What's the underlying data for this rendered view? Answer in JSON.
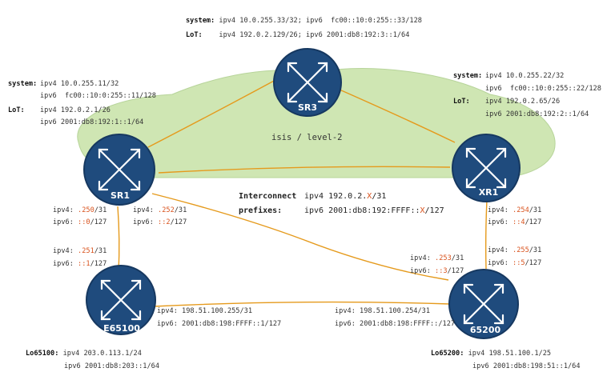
{
  "colors": {
    "area_fill": "#cfe6b3",
    "area_stroke": "#b7d49a",
    "link": "#e59a1c",
    "router_fill": "#1f4b7d",
    "router_stroke": "#163860",
    "accent": "#d9531e"
  },
  "area_label": "isis / level-2",
  "interconnect": {
    "title1": "Interconnect",
    "title2": "prefixes:",
    "v4_pre": "ipv4 192.0.2.",
    "v4_var": "X",
    "v4_suf": "/31",
    "v6_pre": "ipv6 2001:db8:192:FFFF::",
    "v6_var": "X",
    "v6_suf": "/127"
  },
  "routers": {
    "sr1": {
      "name": "SR1"
    },
    "sr3": {
      "name": "SR3"
    },
    "xr1": {
      "name": "XR1"
    },
    "e65100": {
      "name": "E65100"
    },
    "r65200": {
      "name": "65200"
    }
  },
  "sr3_info": {
    "system": "system:",
    "system_text": "ipv4 10.0.255.33/32; ipv6  fc00::10:0:255::33/128",
    "lo": "LoT:",
    "lo_text": "ipv4 192.0.2.129/26; ipv6 2001:db8:192:3::1/64"
  },
  "sr1_info": {
    "system": "system:",
    "sys_v4": "ipv4 10.0.255.11/32",
    "sys_v6": "ipv6  fc00::10:0:255::11/128",
    "lo": "LoT:",
    "lo_v4": "ipv4 192.0.2.1/26",
    "lo_v6": "ipv6 2001:db8:192:1::1/64"
  },
  "xr1_info": {
    "system": "system:",
    "sys_v4": "ipv4 10.0.255.22/32",
    "sys_v6": "ipv6  fc00::10:0:255::22/128",
    "lo": "LoT:",
    "lo_v4": "ipv4 192.0.2.65/26",
    "lo_v6": "ipv6 2001:db8:192:2::1/64"
  },
  "links": {
    "sr1_e_top": {
      "v4p": "ipv4: ",
      "v4": ".250",
      "v4s": "/31",
      "v6p": "ipv6: ",
      "v6": "::0",
      "v6s": "/127"
    },
    "sr1_r": {
      "v4p": "ipv4: ",
      "v4": ".252",
      "v4s": "/31",
      "v6p": "ipv6: ",
      "v6": "::2",
      "v6s": "/127"
    },
    "e_top": {
      "v4p": "ipv4: ",
      "v4": ".251",
      "v4s": "/31",
      "v6p": "ipv6: ",
      "v6": "::1",
      "v6s": "/127"
    },
    "xr1_bot": {
      "v4p": "ipv4: ",
      "v4": ".254",
      "v4s": "/31",
      "v6p": "ipv6: ",
      "v6": "::4",
      "v6s": "/127"
    },
    "r65200_top": {
      "v4p": "ipv4: ",
      "v4": ".255",
      "v4s": "/31",
      "v6p": "ipv6: ",
      "v6": "::5",
      "v6s": "/127"
    },
    "r65200_left": {
      "v4p": "ipv4: ",
      "v4": ".253",
      "v4s": "/31",
      "v6p": "ipv6: ",
      "v6": "::3",
      "v6s": "/127"
    },
    "e_right": {
      "v4": "ipv4: 198.51.100.255/31",
      "v6": "ipv6: 2001:db8:198:FFFF::1/127"
    },
    "r65200_w": {
      "v4": "ipv4: 198.51.100.254/31",
      "v6": "ipv6: 2001:db8:198:FFFF::/127"
    }
  },
  "lo65100": {
    "label": "Lo65100:",
    "v4": "ipv4 203.0.113.1/24",
    "v6": "ipv6 2001:db8:203::1/64"
  },
  "lo65200": {
    "label": "Lo65200:",
    "v4": "ipv4 198.51.100.1/25",
    "v6": "ipv6 2001:db8:198:51::1/64"
  }
}
